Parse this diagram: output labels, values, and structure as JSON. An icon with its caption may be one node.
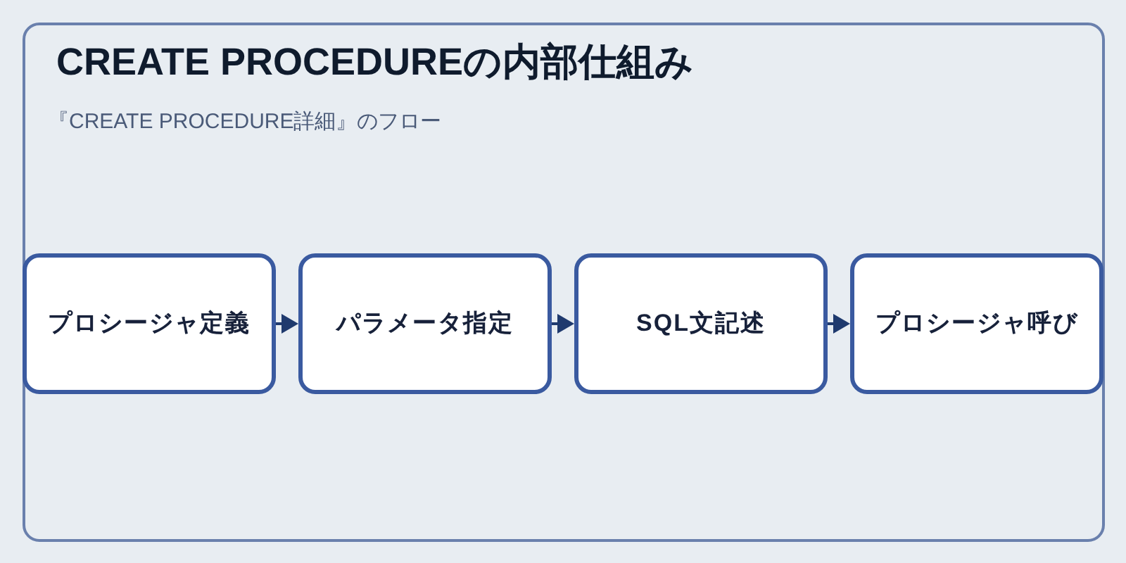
{
  "diagram": {
    "title": "CREATE PROCEDUREの内部仕組み",
    "nodes": [
      {
        "text": [
          "プロシージャ定義"
        ]
      },
      {
        "text": [
          "パラメータ指定"
        ]
      },
      {
        "text": [
          "SQL文記述"
        ]
      },
      {
        "text": [
          "プロシージャ呼び"
        ]
      }
    ],
    "edges": [
      {
        "from": 0,
        "to": 1,
        "arrow": "to"
      },
      {
        "from": 1,
        "to": 2,
        "arrow": "to"
      },
      {
        "from": 2,
        "to": 3,
        "arrow": "to"
      }
    ],
    "labels": [
      "『CREATE PROCEDURE詳細』のフロー"
    ]
  }
}
